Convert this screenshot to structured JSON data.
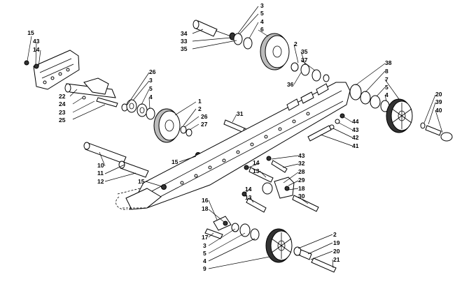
{
  "callouts": [
    {
      "id": "c1",
      "text": "15"
    },
    {
      "id": "c2",
      "text": "43"
    },
    {
      "id": "c3",
      "text": "14"
    },
    {
      "id": "c4",
      "text": "22"
    },
    {
      "id": "c5",
      "text": "24"
    },
    {
      "id": "c6",
      "text": "23"
    },
    {
      "id": "c7",
      "text": "25"
    },
    {
      "id": "c8",
      "text": "26"
    },
    {
      "id": "c9",
      "text": "3"
    },
    {
      "id": "c10",
      "text": "5"
    },
    {
      "id": "c11",
      "text": "4"
    },
    {
      "id": "c12",
      "text": "1"
    },
    {
      "id": "c13",
      "text": "2"
    },
    {
      "id": "c14",
      "text": "26"
    },
    {
      "id": "c15",
      "text": "27"
    },
    {
      "id": "c16",
      "text": "31"
    },
    {
      "id": "c17",
      "text": "3"
    },
    {
      "id": "c18",
      "text": "5"
    },
    {
      "id": "c19",
      "text": "4"
    },
    {
      "id": "c20",
      "text": "6"
    },
    {
      "id": "c21",
      "text": "34"
    },
    {
      "id": "c22",
      "text": "33"
    },
    {
      "id": "c23",
      "text": "35"
    },
    {
      "id": "c24",
      "text": "2"
    },
    {
      "id": "c25",
      "text": "35"
    },
    {
      "id": "c26",
      "text": "37"
    },
    {
      "id": "c27",
      "text": "36"
    },
    {
      "id": "c28",
      "text": "38"
    },
    {
      "id": "c29",
      "text": "8"
    },
    {
      "id": "c30",
      "text": "7"
    },
    {
      "id": "c31",
      "text": "5"
    },
    {
      "id": "c32",
      "text": "4"
    },
    {
      "id": "c33",
      "text": "20"
    },
    {
      "id": "c34",
      "text": "39"
    },
    {
      "id": "c35",
      "text": "40"
    },
    {
      "id": "c36",
      "text": "44"
    },
    {
      "id": "c37",
      "text": "43"
    },
    {
      "id": "c38",
      "text": "42"
    },
    {
      "id": "c39",
      "text": "41"
    },
    {
      "id": "c40",
      "text": "10"
    },
    {
      "id": "c41",
      "text": "11"
    },
    {
      "id": "c42",
      "text": "12"
    },
    {
      "id": "c43",
      "text": "15"
    },
    {
      "id": "c44",
      "text": "15"
    },
    {
      "id": "c45",
      "text": "43"
    },
    {
      "id": "c46",
      "text": "32"
    },
    {
      "id": "c47",
      "text": "14"
    },
    {
      "id": "c48",
      "text": "13"
    },
    {
      "id": "c49",
      "text": "28"
    },
    {
      "id": "c50",
      "text": "29"
    },
    {
      "id": "c51",
      "text": "18"
    },
    {
      "id": "c52",
      "text": "30"
    },
    {
      "id": "c53",
      "text": "14"
    },
    {
      "id": "c54",
      "text": "13"
    },
    {
      "id": "c55",
      "text": "16"
    },
    {
      "id": "c56",
      "text": "18"
    },
    {
      "id": "c57",
      "text": "17"
    },
    {
      "id": "c58",
      "text": "3"
    },
    {
      "id": "c59",
      "text": "5"
    },
    {
      "id": "c60",
      "text": "4"
    },
    {
      "id": "c61",
      "text": "9"
    },
    {
      "id": "c62",
      "text": "2"
    },
    {
      "id": "c63",
      "text": "19"
    },
    {
      "id": "c64",
      "text": "20"
    },
    {
      "id": "c65",
      "text": "21"
    }
  ]
}
